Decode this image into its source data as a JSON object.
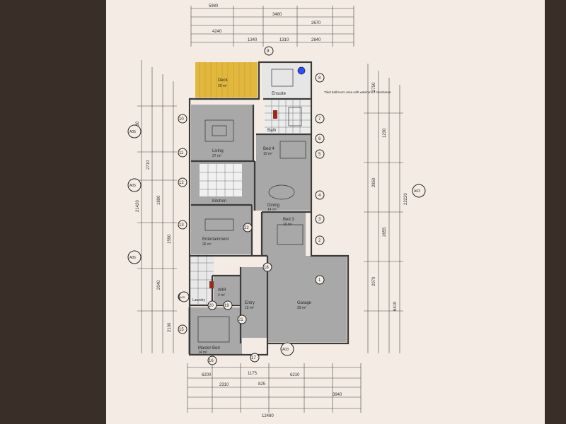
{
  "rooms": {
    "deck": "Deck",
    "living": "Living",
    "kitchen": "Kitchen",
    "dining": "Dining",
    "bed4": "Bed 4",
    "bed3": "Bed 3",
    "bath": "Bath",
    "ensuite": "Ensuite",
    "entertainment": "Entertainment",
    "garage": "Garage",
    "entry": "Entry",
    "wir": "WIR",
    "master_bed": "Master Bed",
    "laundry": "Laundry"
  },
  "areas": {
    "deck": "20 m²",
    "living": "37 m²",
    "dining": "14 m²",
    "bed4": "10 m²",
    "bed3": "10 m²",
    "entertainment": "26 m²",
    "garage": "39 m²",
    "entry": "15 m²",
    "wir": "4 m²",
    "master_bed": "14 m²"
  },
  "grid_markers": [
    "9",
    "10",
    "11",
    "12",
    "13",
    "14",
    "15",
    "16",
    "17",
    "18",
    "19",
    "20",
    "21",
    "22",
    "1",
    "2",
    "3",
    "4",
    "5",
    "6",
    "7",
    "8"
  ],
  "section_tags": [
    "A05",
    "A05",
    "A05",
    "A03",
    "A03",
    "A05"
  ],
  "dims_top": [
    "5980",
    "3480",
    "2670",
    "4240",
    "1340",
    "1310",
    "2840"
  ],
  "dims_bottom": [
    "6200",
    "6210",
    "2310",
    "1175",
    "825",
    "3940",
    "12480"
  ],
  "dims_left": [
    "2430",
    "2710",
    "1890",
    "1590",
    "2040",
    "2100",
    "21420"
  ],
  "dims_right": [
    "2750",
    "1230",
    "2850",
    "2655",
    "2070",
    "6410",
    "22220"
  ],
  "notes": [
    "Tiled bathroom area with waterproof membrane"
  ],
  "colors": {
    "paper": "#f4ece4",
    "room_fill": "#a8a8a8",
    "deck_fill": "#e2b83c",
    "wall": "#3a3a3a",
    "desk": "#3a2f28"
  }
}
